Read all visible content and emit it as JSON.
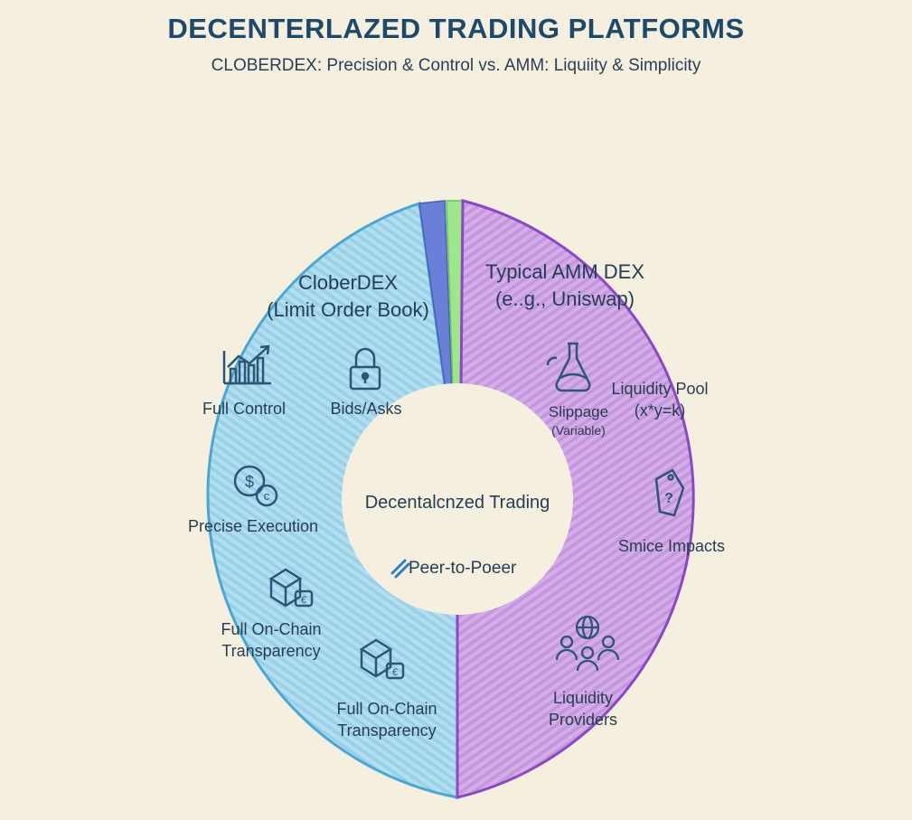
{
  "title": "DECENTERLAZED TRADING PLATFORMS",
  "subtitle": "CLOBERDEX: Precision & Control vs. AMM: Liquiity & Simplicity",
  "colors": {
    "background": "#f5efdf",
    "clob_fill": "#a9d9ec",
    "clob_stroke": "#4aa7d3",
    "amm_fill": "#cfa4e4",
    "amm_stroke": "#8a48c4",
    "slice_blue": "#6a7fd8",
    "slice_green": "#9fe58a",
    "icon": "#2c5578"
  },
  "segments": {
    "clob": {
      "title_line1": "CloberDEX",
      "title_line2": "(Limit Order Book)",
      "items": {
        "full_control": "Full Control",
        "bids_asks": "Bids/Asks",
        "precise_execution": "Precise Execution",
        "transparency_1_line1": "Full On-Chain",
        "transparency_1_line2": "Transparency",
        "transparency_2_line1": "Full On-Chain",
        "transparency_2_line2": "Transparency"
      }
    },
    "amm": {
      "title_line1": "Typical AMM DEX",
      "title_line2": "(e..g., Uniswap)",
      "items": {
        "liquidity_pool_line1": "Liquidity Pool",
        "liquidity_pool_line2": "(x*y=k)",
        "slippage_line1": "Slippage",
        "slippage_line2": "(Variable)",
        "price_impacts": "Smice Impacts",
        "providers_line1": "Liquidity",
        "providers_line2": "Providers"
      }
    }
  },
  "center": {
    "label": "Decentalcnzed Trading",
    "p2p": "Peer-to-Poeer"
  }
}
